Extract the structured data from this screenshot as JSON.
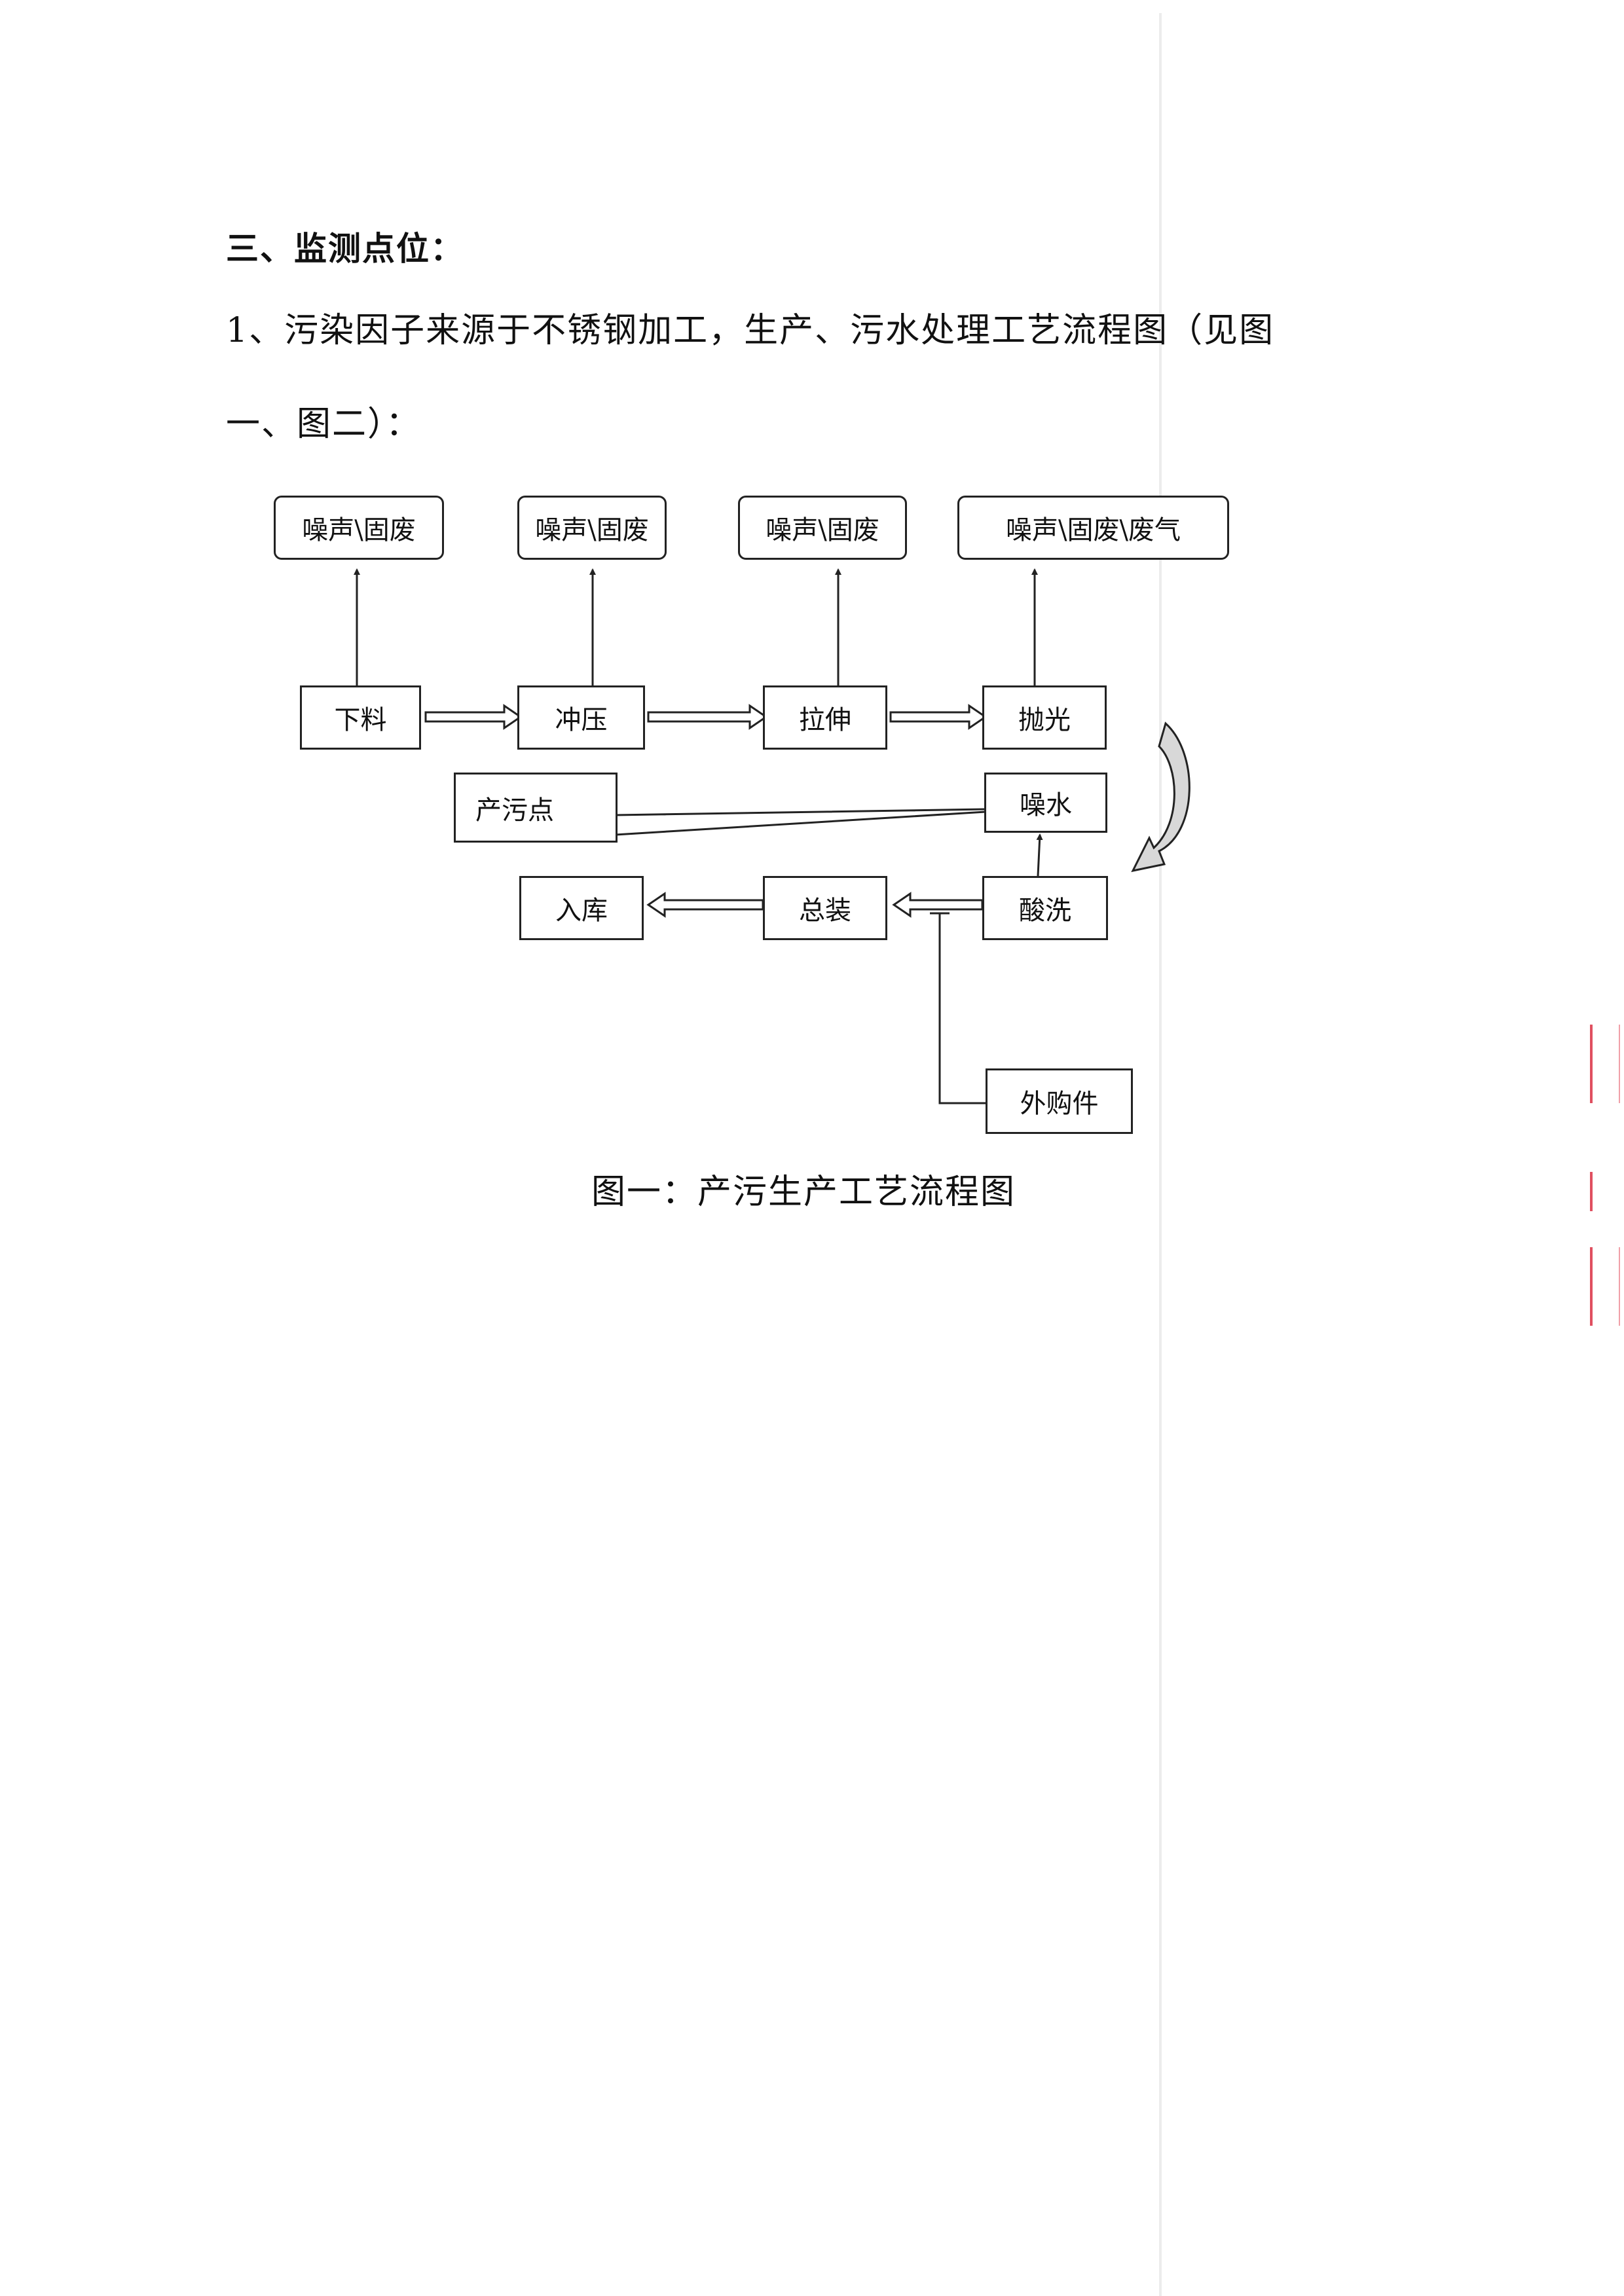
{
  "heading": "三、监测点位：",
  "paragraph": {
    "line1": "1、污染因子来源于不锈钢加工，生产、污水处理工艺流程图（见图",
    "line2": "一、图二）："
  },
  "flowchart": {
    "outputs": [
      "噪声\\固废",
      "噪声\\固废",
      "噪声\\固废",
      "噪声\\固废\\废气"
    ],
    "steps": [
      "下料",
      "冲压",
      "拉伸",
      "抛光"
    ],
    "pollution_point": "产污点",
    "noise_water": "噪水",
    "pickling": "酸洗",
    "assembly": "总装",
    "storage": "入库",
    "purchased_parts": "外购件"
  },
  "caption": "图一：产污生产工艺流程图",
  "colors": {
    "line": "#222222",
    "curve_fill": "#d8d8d8",
    "stamp": "#e05060"
  }
}
